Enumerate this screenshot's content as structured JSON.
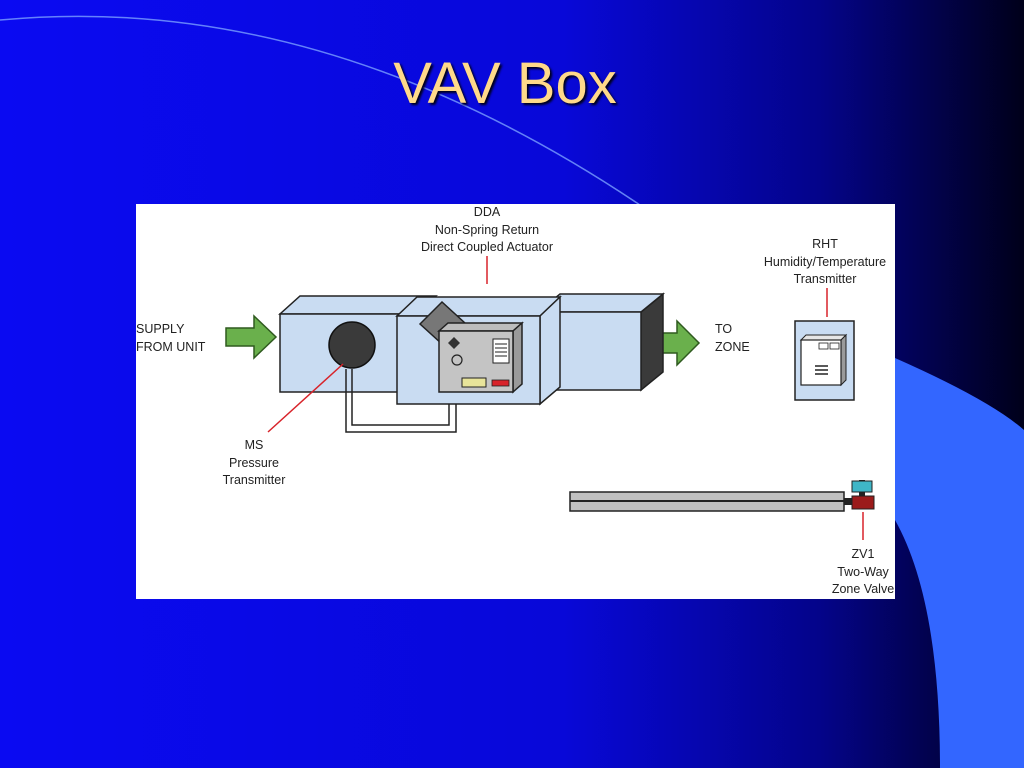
{
  "slide": {
    "title": "VAV Box"
  },
  "colors": {
    "background": "#0b0bf0",
    "swoosh": "#3366ff",
    "title": "#ffd98a",
    "duct_fill": "#c9dcf2",
    "arrow": "#6ab04c",
    "callout_line": "#d8232a"
  },
  "diagram": {
    "supply": {
      "line1": "SUPPLY",
      "line2": "FROM UNIT",
      "icon": "green-arrow-right"
    },
    "to_zone": {
      "line1": "TO",
      "line2": "ZONE",
      "icon": "green-arrow-right"
    },
    "dda": {
      "code": "DDA",
      "line2": "Non-Spring Return",
      "line3": "Direct Coupled Actuator"
    },
    "ms": {
      "code": "MS",
      "line2": "Pressure",
      "line3": "Transmitter"
    },
    "rht": {
      "code": "RHT",
      "line2": "Humidity/Temperature",
      "line3": "Transmitter"
    },
    "zv1": {
      "code": "ZV1",
      "line2": "Two-Way",
      "line3": "Zone Valve"
    }
  }
}
